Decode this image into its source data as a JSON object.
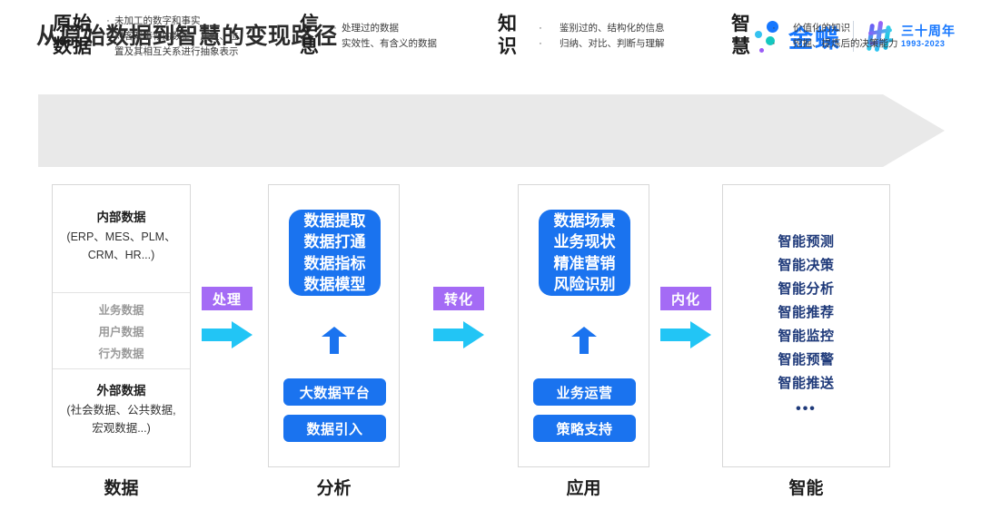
{
  "header": {
    "title": "从原始数据到智慧的变现路径",
    "brand_name": "金蝶",
    "anniversary_title": "三十周年",
    "anniversary_years": "1993-2023",
    "accent_blue": "#1677ff",
    "accent_purple": "#9b5cf6",
    "accent_cyan": "#2fd0e8"
  },
  "banner": {
    "background": "#e9e9e9",
    "stages": [
      {
        "title": "原始\n数据",
        "bullets": [
          "未加工的数字和事实",
          "对客观事物的数量、属性、位\n置及其相互关系进行抽象表示"
        ]
      },
      {
        "title": "信\n息",
        "bullets": [
          "处理过的数据",
          "实效性、有含义的数据"
        ]
      },
      {
        "title": "知\n识",
        "bullets": [
          "鉴别过的、结构化的信息",
          "归纳、对比、判断与理解"
        ]
      },
      {
        "title": "智\n慧",
        "bullets": [
          "价值化的知识",
          "挖掘、提炼后的决策能力"
        ]
      }
    ]
  },
  "columns": {
    "col1": {
      "label": "数据",
      "internal_head": "内部数据",
      "internal_sub": "(ERP、MES、PLM、\nCRM、HR...)",
      "middle_items": [
        "业务数据",
        "用户数据",
        "行为数据"
      ],
      "external_head": "外部数据",
      "external_sub": "(社会数据、公共数据,\n宏观数据...)"
    },
    "col2": {
      "label": "分析",
      "card": "数据提取\n数据打通\n数据指标\n数据模型",
      "pills": [
        "大数据平台",
        "数据引入"
      ]
    },
    "col3": {
      "label": "应用",
      "card": "数据场景\n业务现状\n精准营销\n风险识别",
      "pills": [
        "业务运营",
        "策略支持"
      ]
    },
    "col4": {
      "label": "智能",
      "items": [
        "智能预测",
        "智能决策",
        "智能分析",
        "智能推荐",
        "智能监控",
        "智能预警",
        "智能推送"
      ],
      "ellipsis": "•••"
    }
  },
  "connectors": [
    {
      "label": "处理",
      "badge_color": "#a46bf5",
      "arrow_color": "#22c5f5"
    },
    {
      "label": "转化",
      "badge_color": "#a46bf5",
      "arrow_color": "#22c5f5"
    },
    {
      "label": "内化",
      "badge_color": "#a46bf5",
      "arrow_color": "#22c5f5"
    }
  ],
  "theme": {
    "card_blue": "#1a73ef",
    "list_navy": "#1f3a7a",
    "card_border": "#d8d8d8"
  }
}
